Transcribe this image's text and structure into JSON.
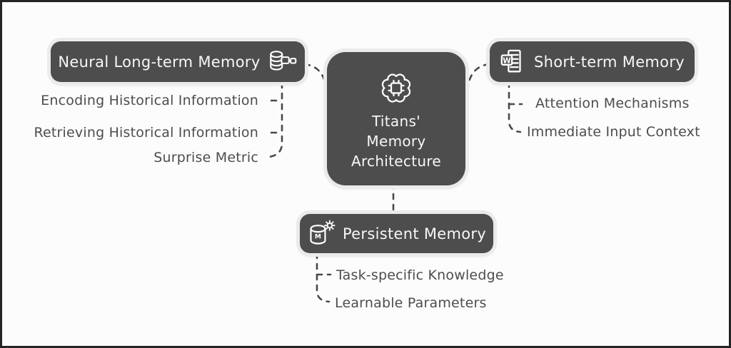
{
  "title": "Titans' Memory Architecture",
  "colors": {
    "canvas_bg": "#fcfcfc",
    "canvas_border": "#242424",
    "node_bg": "#4d4d4d",
    "node_halo": "#ebebeb",
    "node_text": "#f7f7f7",
    "connector": "#4a4a4a",
    "child_label_text": "#4d4d4d"
  },
  "center": {
    "icon": "brain-chip-icon",
    "title_lines": [
      "Titans'",
      "Memory",
      "Architecture"
    ]
  },
  "branches": [
    {
      "id": "neural-long-term-memory",
      "label": "Neural Long-term Memory",
      "icon": "database-link-icon",
      "children": [
        "Encoding Historical Information",
        "Retrieving Historical Information",
        "Surprise Metric"
      ]
    },
    {
      "id": "short-term-memory",
      "label": "Short-term Memory",
      "icon": "word-document-icon",
      "icon_letter": "W",
      "children": [
        "Attention Mechanisms",
        "Immediate Input Context"
      ]
    },
    {
      "id": "persistent-memory",
      "label": "Persistent Memory",
      "icon": "database-gear-icon",
      "icon_letter": "M",
      "children": [
        "Task-specific Knowledge",
        "Learnable Parameters"
      ]
    }
  ]
}
